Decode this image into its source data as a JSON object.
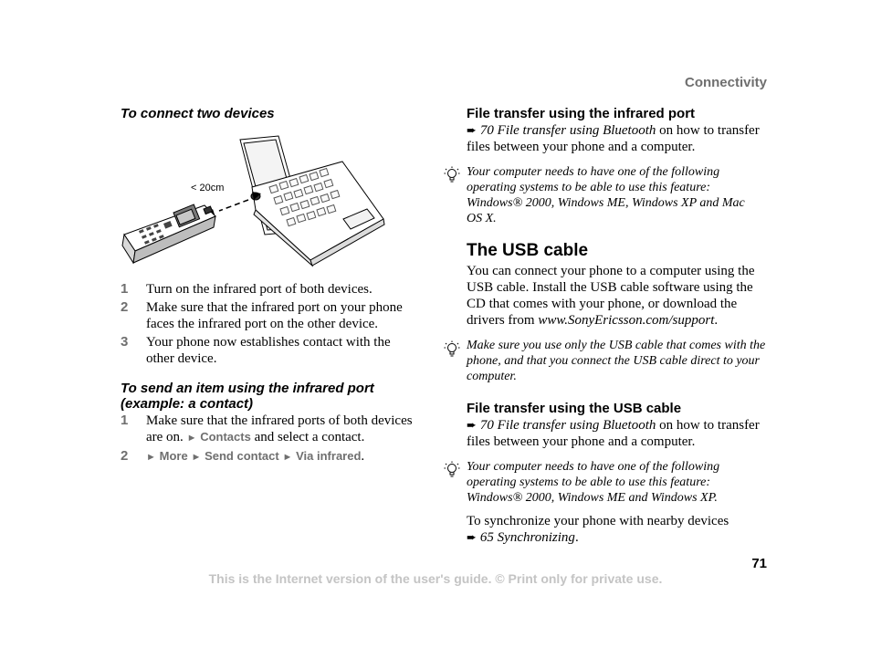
{
  "header": {
    "section": "Connectivity"
  },
  "left": {
    "heading1": "To connect two devices",
    "figure_label": "< 20cm",
    "steps1": [
      {
        "num": "1",
        "text": "Turn on the infrared port of both devices."
      },
      {
        "num": "2",
        "text": "Make sure that the infrared port on your phone faces the infrared port on the other device."
      },
      {
        "num": "3",
        "text": "Your phone now establishes contact with the other device."
      }
    ],
    "heading2": "To send an item using the infrared port (example: a contact)",
    "steps2": {
      "s1_num": "1",
      "s1_text_a": "Make sure that the infrared ports of both devices are on. ",
      "s1_menu1": "Contacts",
      "s1_text_b": " and select a contact.",
      "s2_num": "2",
      "s2_menu1": "More",
      "s2_menu2": "Send contact",
      "s2_menu3": "Via infrared",
      "s2_end": "."
    }
  },
  "right": {
    "ir_heading": "File transfer using the infrared port",
    "ir_ref": "70 File transfer using Bluetooth",
    "ir_text": " on how to transfer files between your phone and a computer.",
    "tip1": "Your computer needs to have one of the following operating systems to be able to use this feature: Windows® 2000, Windows ME, Windows XP and Mac OS X.",
    "usb_title": "The USB cable",
    "usb_text_a": "You can connect your phone to a computer using the USB cable. Install the USB cable software using the CD that comes with your phone, or download the drivers from ",
    "usb_url": "www.SonyEricsson.com/support",
    "usb_text_b": ".",
    "tip2": "Make sure you use only the USB cable that comes with the phone, and that you connect the USB cable direct to your computer.",
    "usb_heading": "File transfer using the USB cable",
    "usb_ref": "70 File transfer using Bluetooth",
    "usb_ref_text": " on how to transfer files between your phone and a computer.",
    "tip3": "Your computer needs to have one of the following operating systems to be able to use this feature: Windows® 2000, Windows ME and Windows XP.",
    "sync_text": "To synchronize your phone with nearby devices",
    "sync_ref": "65 Synchronizing",
    "sync_end": "."
  },
  "footer": {
    "page_number": "71",
    "notice": "This is the Internet version of the user's guide. © Print only for private use."
  },
  "icons": {
    "tip": "lightbulb-icon",
    "reference": "pointing-hand-icon",
    "menu_arrow": "triangle-right-icon"
  }
}
